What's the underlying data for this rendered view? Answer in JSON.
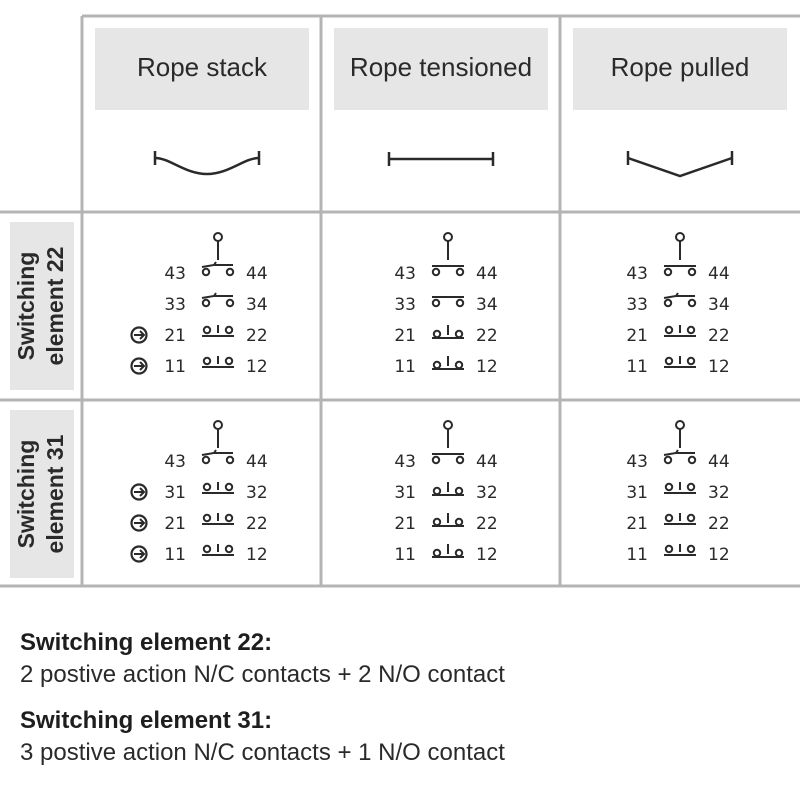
{
  "columns": [
    {
      "label": "Rope stack",
      "rope_shape": "sag"
    },
    {
      "label": "Rope tensioned",
      "rope_shape": "straight"
    },
    {
      "label": "Rope pulled",
      "rope_shape": "pulled"
    }
  ],
  "rows": [
    {
      "label_line1": "Switching",
      "label_line2": "element 22",
      "contacts": [
        {
          "left": "43",
          "right": "44",
          "type": "NO",
          "positive_action": false,
          "states": [
            "open",
            "closed",
            "closed"
          ]
        },
        {
          "left": "33",
          "right": "34",
          "type": "NO",
          "positive_action": false,
          "states": [
            "open",
            "closed",
            "open"
          ]
        },
        {
          "left": "21",
          "right": "22",
          "type": "NC",
          "positive_action": true,
          "states": [
            "closed",
            "open",
            "closed"
          ]
        },
        {
          "left": "11",
          "right": "12",
          "type": "NC",
          "positive_action": true,
          "states": [
            "closed",
            "open",
            "closed"
          ]
        }
      ]
    },
    {
      "label_line1": "Switching",
      "label_line2": "element 31",
      "contacts": [
        {
          "left": "43",
          "right": "44",
          "type": "NO",
          "positive_action": false,
          "states": [
            "open",
            "closed",
            "open"
          ]
        },
        {
          "left": "31",
          "right": "32",
          "type": "NC",
          "positive_action": true,
          "states": [
            "closed",
            "open",
            "closed"
          ]
        },
        {
          "left": "21",
          "right": "22",
          "type": "NC",
          "positive_action": true,
          "states": [
            "closed",
            "open",
            "closed"
          ]
        },
        {
          "left": "11",
          "right": "12",
          "type": "NC",
          "positive_action": true,
          "states": [
            "closed",
            "open",
            "closed"
          ]
        }
      ]
    }
  ],
  "notes": [
    {
      "title": "Switching element 22:",
      "text": "2 postive action N/C contacts + 2 N/O contact"
    },
    {
      "title": "Switching element 31:",
      "text": "3 postive action N/C contacts + 1 N/O contact"
    }
  ],
  "colors": {
    "grid": "#b4b4b4",
    "header_fill": "#e6e6e6",
    "ink": "#2a2a2a"
  }
}
